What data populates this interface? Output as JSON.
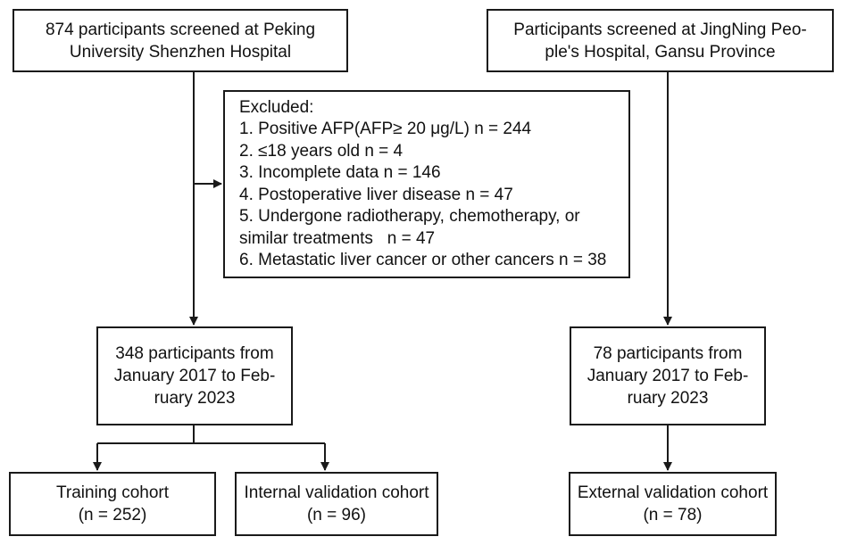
{
  "boxes": {
    "shenzhen_screened": {
      "lines": [
        "874 participants screened at Peking",
        "University Shenzhen Hospital"
      ]
    },
    "jingning_screened": {
      "lines": [
        "Participants screened at JingNing Peo-",
        "ple's Hospital, Gansu Province"
      ]
    },
    "excluded": {
      "lines": [
        "Excluded:",
        "1. Positive AFP(AFP≥ 20 μg/L) n = 244",
        "2. ≤18 years old n = 4",
        "3. Incomplete data n = 146",
        "4. Postoperative liver disease n = 47",
        "5. Undergone radiotherapy, chemotherapy, or",
        "similar treatments   n = 47",
        "6. Metastatic liver cancer or other cancers n = 38"
      ]
    },
    "shenzhen_participants": {
      "lines": [
        "348 participants from",
        "January 2017 to Feb-",
        "ruary 2023"
      ]
    },
    "jingning_participants": {
      "lines": [
        "78 participants from",
        "January 2017 to Feb-",
        "ruary 2023"
      ]
    },
    "training_cohort": {
      "lines": [
        "Training cohort",
        "(n = 252)"
      ]
    },
    "internal_validation_cohort": {
      "lines": [
        "Internal validation cohort",
        "(n = 96)"
      ]
    },
    "external_validation_cohort": {
      "lines": [
        "External validation cohort",
        "(n = 78)"
      ]
    }
  },
  "colors": {
    "stroke": "#1a1a1a",
    "text": "#111111",
    "background": "#ffffff"
  }
}
